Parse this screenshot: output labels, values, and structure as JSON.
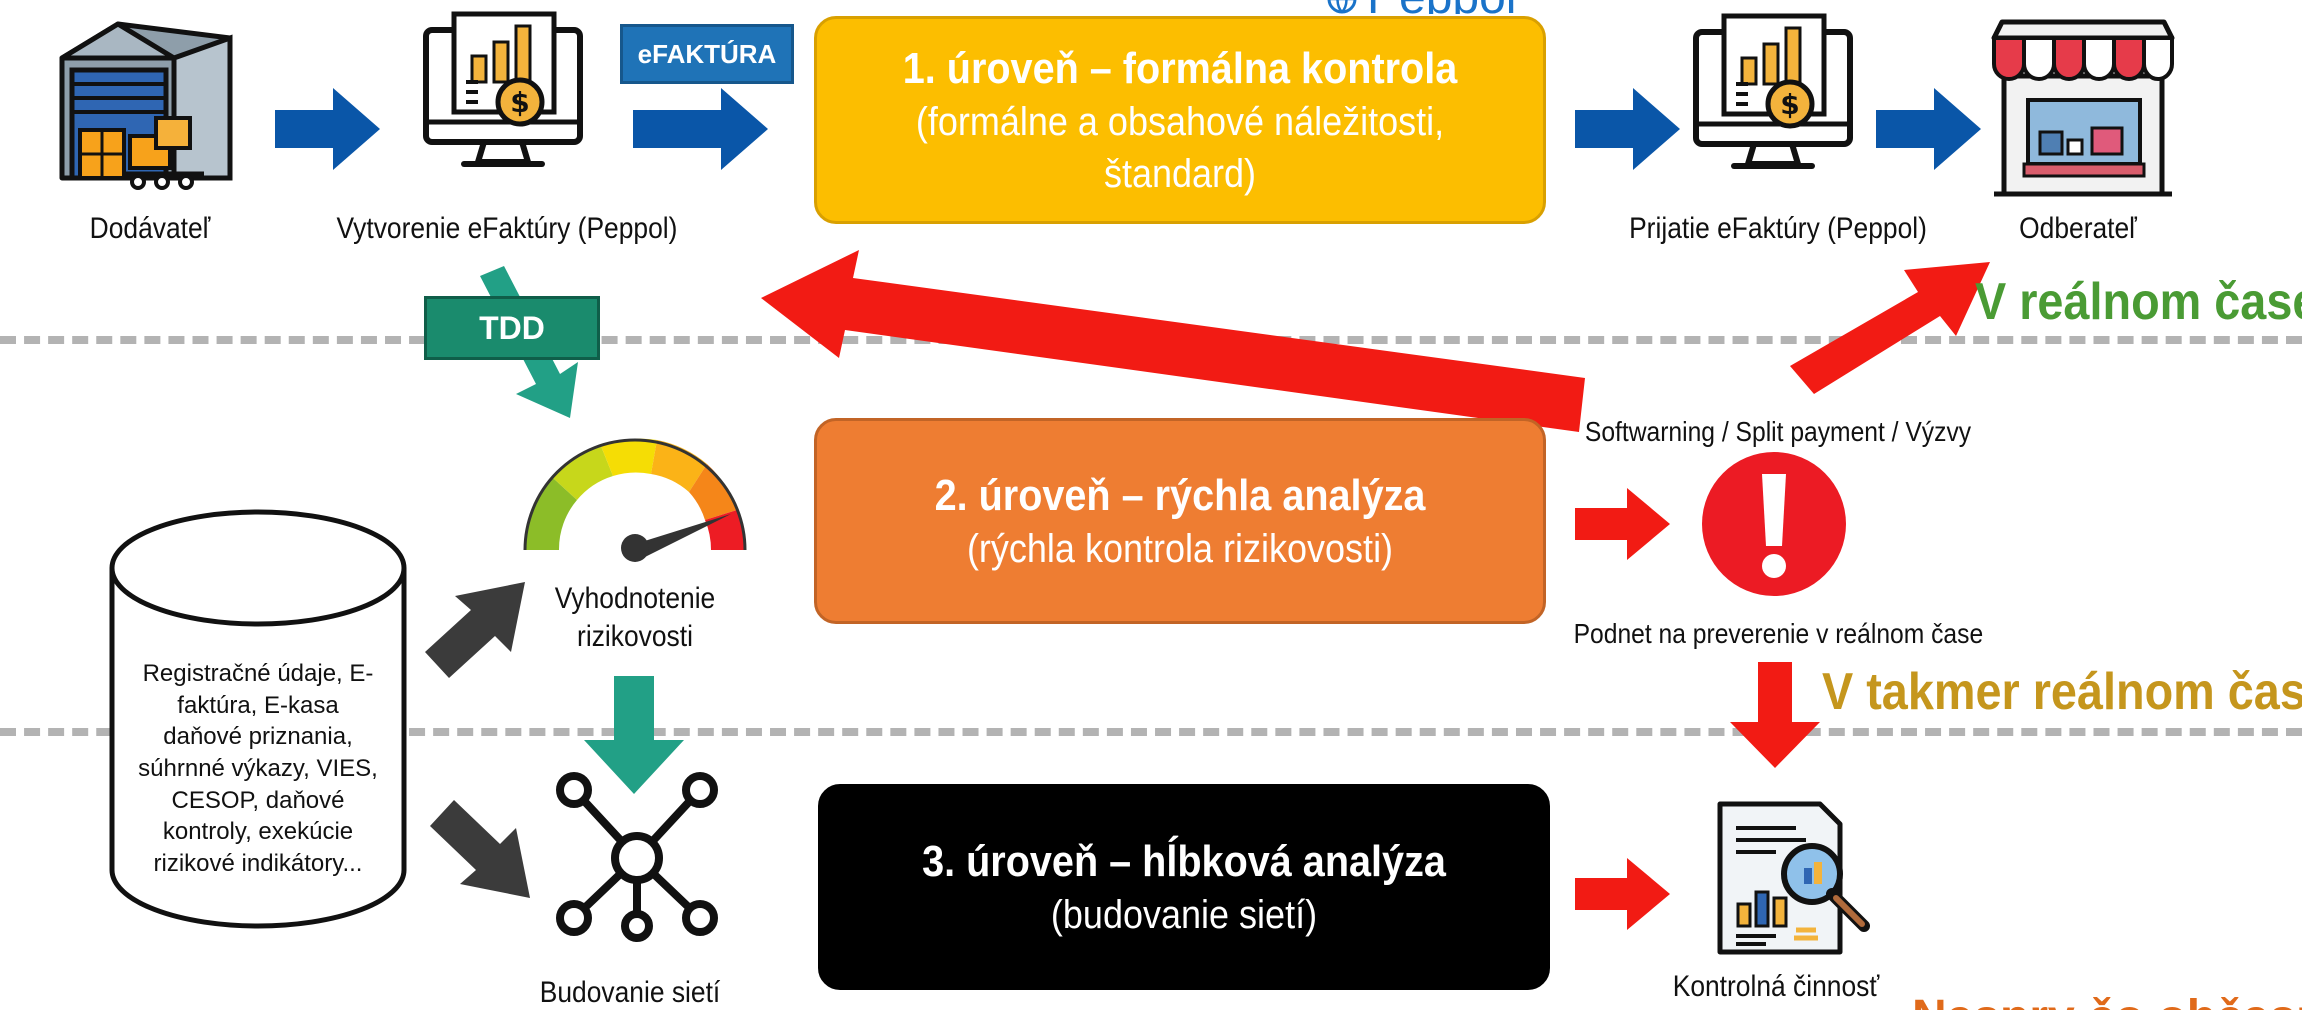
{
  "colors": {
    "blue": "#0a56a8",
    "green": "#22a086",
    "red": "#f21b14",
    "yellow": "#fcbe00",
    "orange": "#ee7d32",
    "black": "#000000",
    "green_text": "#4a9b34",
    "gold_text": "#c5961d"
  },
  "logo": {
    "text": "Peppol"
  },
  "top": {
    "supplier": "Dodávateľ",
    "create": "Vytvorenie eFaktúry (Peppol)",
    "efaktura_tag": "eFAKTÚRA",
    "receive": "Prijatie eFaktúry (Peppol)",
    "customer": "Odberateľ"
  },
  "tdd_tag": "TDD",
  "levels": {
    "l1": {
      "title": "1. úroveň – formálna kontrola",
      "sub": "(formálne a obsahové náležitosti, štandard)"
    },
    "l2": {
      "title": "2. úroveň – rýchla analýza",
      "sub": "(rýchla kontrola rizikovosti)"
    },
    "l3": {
      "title": "3. úroveň – hĺbková analýza",
      "sub": "(budovanie sietí)"
    }
  },
  "left": {
    "db_text": "Registračné údaje, E-faktúra, E-kasa daňové priznania, súhrnné výkazy, VIES, CESOP, daňové kontroly, exekúcie rizikové indikátory...",
    "gauge_label": "Vyhodnotenie rizikovosti",
    "network_label": "Budovanie sietí"
  },
  "right": {
    "warnings": "Softwarning / Split payment / Výzvy",
    "alert_label": "Podnet na preverenie v reálnom čase",
    "realtime": "V reálnom čase",
    "near_realtime": "V takmer reálnom čase",
    "control": "Kontrolná činnosť",
    "cut_text": "Nasprv čo občasné"
  },
  "icons": [
    "warehouse-icon",
    "monitor-invoice-icon",
    "shop-icon",
    "database-icon",
    "gauge-icon",
    "network-icon",
    "alert-icon",
    "report-icon"
  ]
}
